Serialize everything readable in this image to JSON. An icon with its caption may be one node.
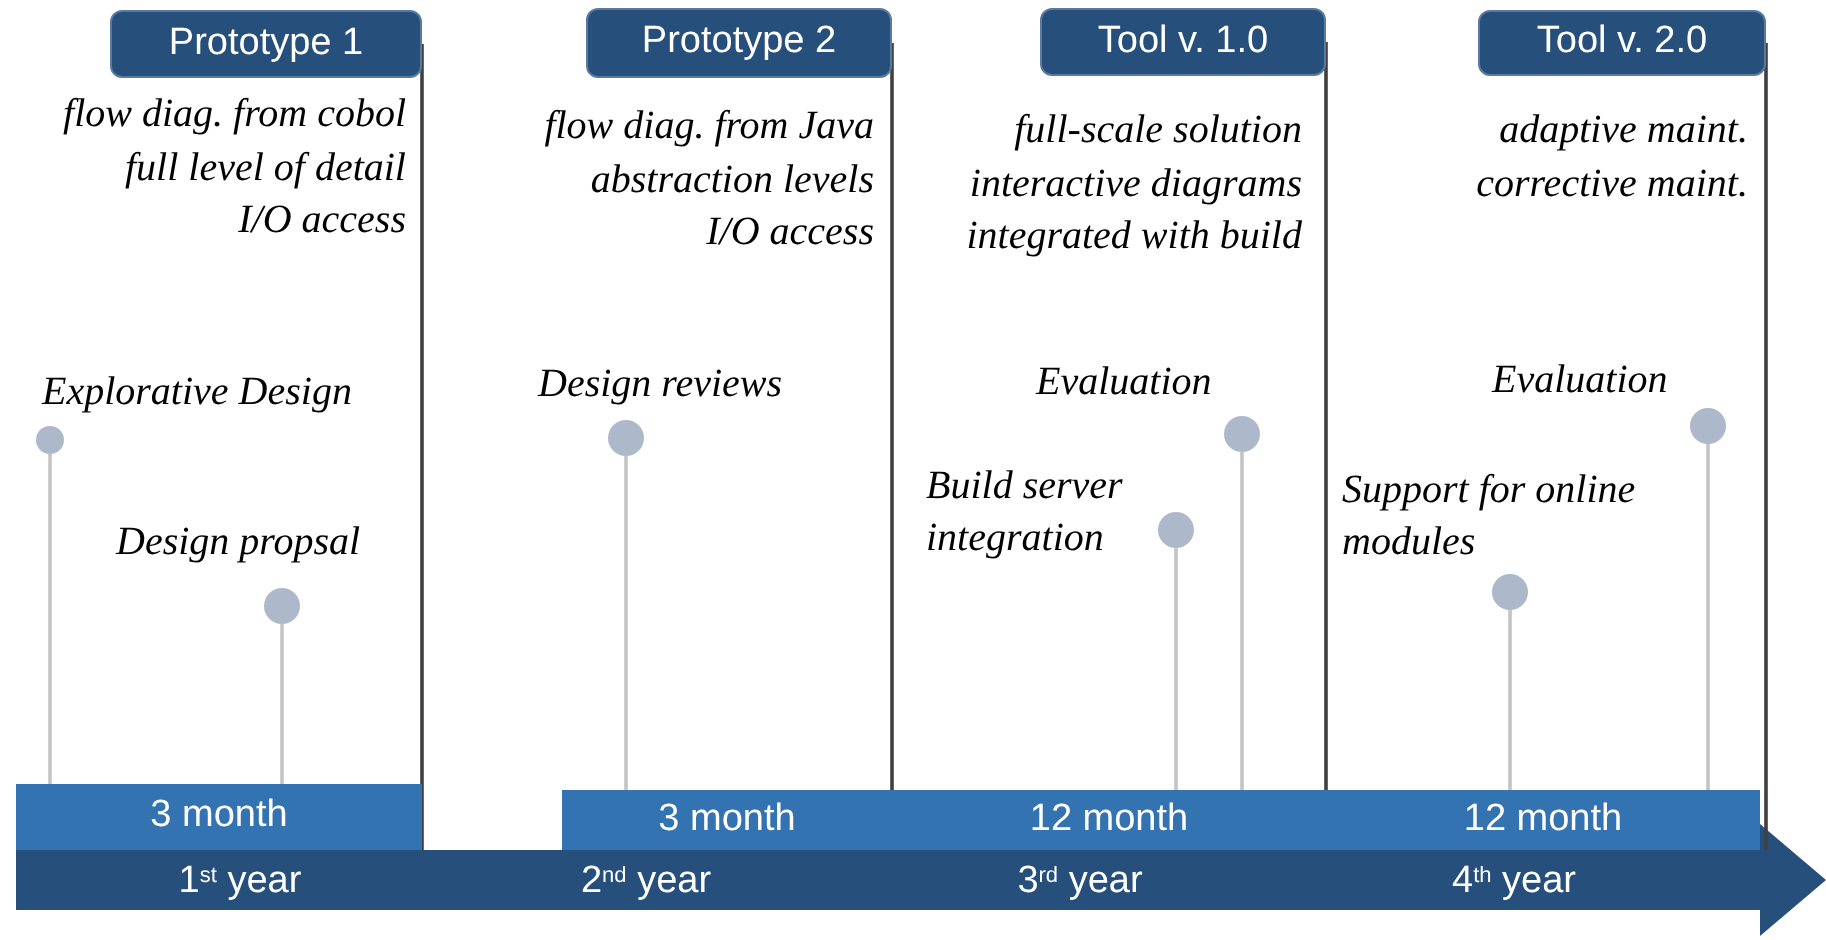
{
  "diagram": {
    "nodes": [
      {
        "text": [
          "Prototype 1"
        ],
        "beside": [
          "flow diag. from cobol",
          "full level of detail",
          "I/O access"
        ]
      },
      {
        "text": [
          "Prototype 2"
        ],
        "beside": [
          "flow diag. from Java",
          "abstraction levels",
          "I/O access"
        ]
      },
      {
        "text": [
          "Tool v. 1.0"
        ],
        "beside": [
          "full-scale solution",
          "interactive diagrams",
          "integrated with build"
        ]
      },
      {
        "text": [
          "Tool v. 2.0"
        ],
        "beside": [
          "adaptive maint.",
          "corrective maint."
        ]
      },
      {
        "text": [
          "3 month"
        ]
      },
      {
        "text": [
          "3 month"
        ]
      },
      {
        "text": [
          "12 month"
        ]
      },
      {
        "text": [
          "12 month"
        ]
      },
      {
        "text": [],
        "shape": "circle",
        "beside": [
          "Explorative Design"
        ]
      },
      {
        "text": [],
        "shape": "circle",
        "beside": [
          "Design propsal"
        ]
      },
      {
        "text": [],
        "shape": "circle",
        "beside": [
          "Design reviews"
        ]
      },
      {
        "text": [],
        "shape": "circle",
        "beside": [
          "Build server integration"
        ]
      },
      {
        "text": [],
        "shape": "circle",
        "beside": [
          "Evaluation"
        ]
      },
      {
        "text": [],
        "shape": "circle",
        "beside": [
          "Support for online modules"
        ]
      },
      {
        "text": [],
        "shape": "circle",
        "beside": [
          "Evaluation"
        ]
      },
      {
        "text": [
          "1$^{st}$ year",
          "2$^{nd}$ year",
          "3$^{rd}$ year",
          "4$^{th}$ year"
        ]
      }
    ],
    "edges": [
      {
        "from": 0,
        "to": 4,
        "arrow": "none",
        "color": "#404040"
      },
      {
        "from": 1,
        "to": 5,
        "arrow": "none",
        "color": "#404040"
      },
      {
        "from": 2,
        "to": 6,
        "arrow": "none",
        "color": "#404040"
      },
      {
        "from": 3,
        "to": 7,
        "arrow": "none",
        "color": "#404040"
      },
      {
        "from": 8,
        "to": 4,
        "arrow": "none"
      },
      {
        "from": 9,
        "to": 4,
        "arrow": "none"
      },
      {
        "from": 10,
        "to": 5,
        "arrow": "none"
      },
      {
        "from": 11,
        "to": 6,
        "arrow": "none"
      },
      {
        "from": 12,
        "to": 6,
        "arrow": "none"
      },
      {
        "from": 13,
        "to": 7,
        "arrow": "none"
      },
      {
        "from": 14,
        "to": 7,
        "arrow": "none"
      }
    ]
  }
}
